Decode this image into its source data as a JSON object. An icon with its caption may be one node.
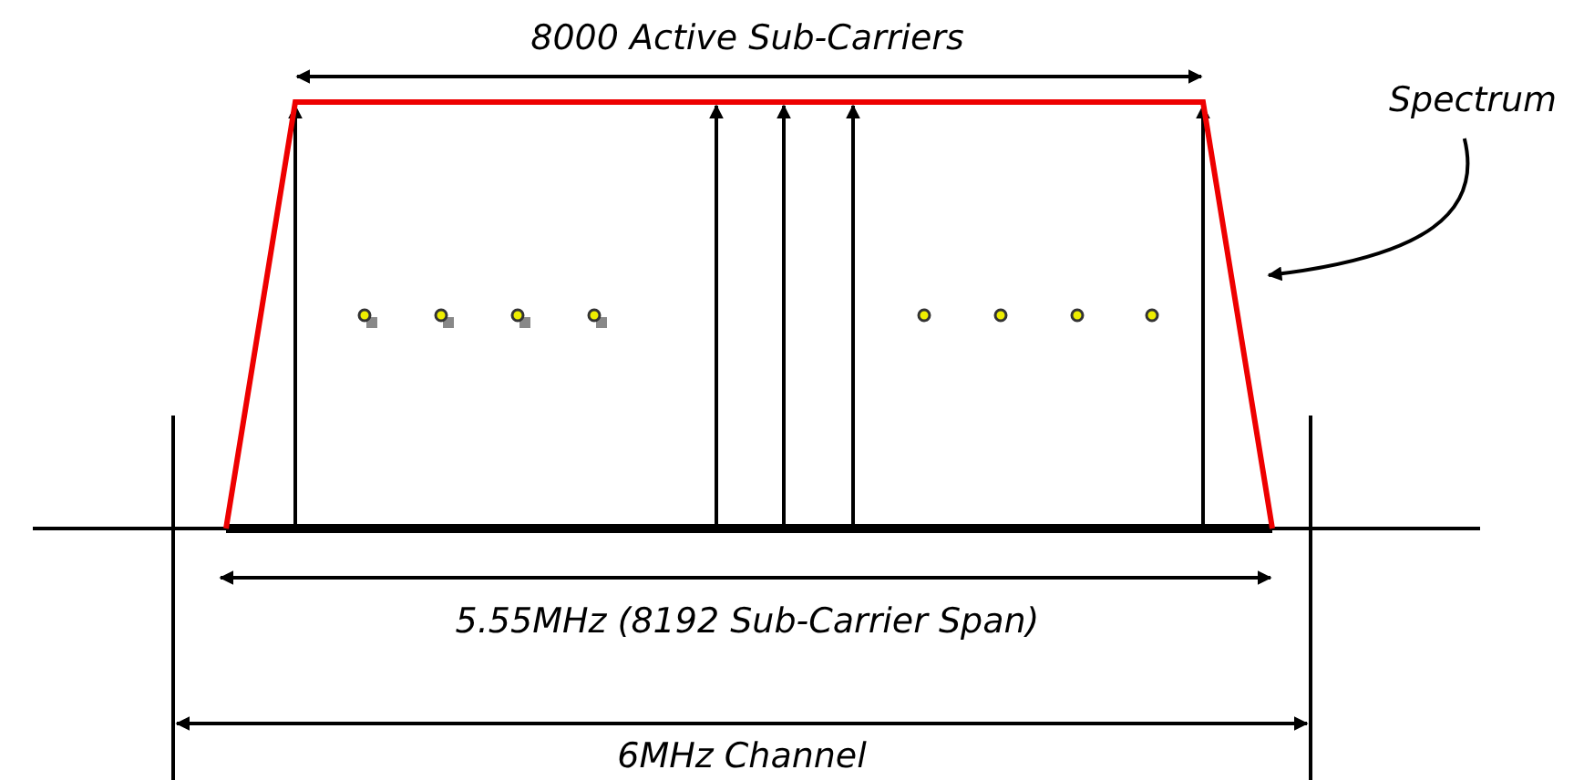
{
  "diagram": {
    "nodes": [
      {
        "text": [
          "Spectrum"
        ]
      },
      {
        "text": [],
        "shape": "trapezoid"
      }
    ],
    "edges": [
      {
        "from": 0,
        "to": 1,
        "arrow": "to"
      }
    ],
    "labels": [
      "8000 Active Sub-Carriers",
      "5.55MHz (8192 Sub-Carrier Span)",
      "6MHz Channel"
    ]
  }
}
